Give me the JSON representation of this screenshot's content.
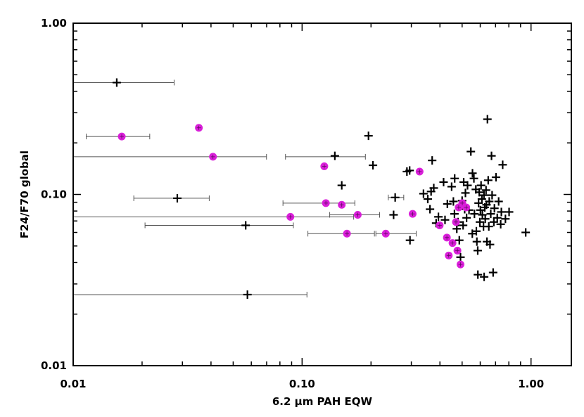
{
  "chart_data": {
    "type": "scatter",
    "xlabel": "6.2 μm PAH EQW",
    "ylabel": "F24/F70 global",
    "xscale": "log",
    "yscale": "log",
    "xlim": [
      0.01,
      1.5
    ],
    "ylim": [
      0.01,
      1.0
    ],
    "grid": false,
    "legend": "none",
    "x_ticks": [
      {
        "value": 0.01,
        "label": "0.01"
      },
      {
        "value": 0.1,
        "label": "0.10"
      },
      {
        "value": 1.0,
        "label": "1.00"
      }
    ],
    "y_ticks": [
      {
        "value": 0.01,
        "label": "0.01"
      },
      {
        "value": 0.1,
        "label": "0.10"
      },
      {
        "value": 1.0,
        "label": "1.00"
      }
    ],
    "colors": {
      "plus": "#000000",
      "dot": "#d91fd9",
      "errorbar": "#555555"
    },
    "series": [
      {
        "marker": "plus",
        "points": [
          [
            0.0155,
            0.45
          ],
          [
            0.0285,
            0.095
          ],
          [
            0.0567,
            0.066
          ],
          [
            0.0577,
            0.026
          ],
          [
            0.139,
            0.168
          ],
          [
            0.149,
            0.113
          ],
          [
            0.195,
            0.22
          ],
          [
            0.204,
            0.148
          ],
          [
            0.255,
            0.096
          ],
          [
            0.251,
            0.076
          ],
          [
            0.287,
            0.136
          ],
          [
            0.295,
            0.138
          ],
          [
            0.296,
            0.054
          ],
          [
            0.339,
            0.101
          ],
          [
            0.354,
            0.094
          ],
          [
            0.362,
            0.082
          ],
          [
            0.37,
            0.158
          ],
          [
            0.366,
            0.104
          ],
          [
            0.376,
            0.109
          ],
          [
            0.385,
            0.068
          ],
          [
            0.394,
            0.074
          ],
          [
            0.415,
            0.118
          ],
          [
            0.421,
            0.071
          ],
          [
            0.431,
            0.088
          ],
          [
            0.45,
            0.111
          ],
          [
            0.464,
            0.124
          ],
          [
            0.463,
            0.077
          ],
          [
            0.474,
            0.063
          ],
          [
            0.48,
            0.069
          ],
          [
            0.486,
            0.054
          ],
          [
            0.492,
            0.043
          ],
          [
            0.5,
            0.092
          ],
          [
            0.508,
            0.118
          ],
          [
            0.513,
            0.082
          ],
          [
            0.517,
            0.102
          ],
          [
            0.523,
            0.073
          ],
          [
            0.528,
            0.113
          ],
          [
            0.546,
            0.178
          ],
          [
            0.555,
            0.133
          ],
          [
            0.554,
            0.059
          ],
          [
            0.563,
            0.124
          ],
          [
            0.566,
            0.077
          ],
          [
            0.574,
            0.107
          ],
          [
            0.577,
            0.061
          ],
          [
            0.58,
            0.053
          ],
          [
            0.585,
            0.047
          ],
          [
            0.586,
            0.034
          ],
          [
            0.59,
            0.089
          ],
          [
            0.594,
            0.103
          ],
          [
            0.598,
            0.069
          ],
          [
            0.601,
            0.081
          ],
          [
            0.605,
            0.113
          ],
          [
            0.61,
            0.094
          ],
          [
            0.613,
            0.076
          ],
          [
            0.62,
            0.065
          ],
          [
            0.623,
            0.099
          ],
          [
            0.628,
            0.084
          ],
          [
            0.631,
            0.072
          ],
          [
            0.636,
            0.106
          ],
          [
            0.639,
            0.087
          ],
          [
            0.642,
            0.053
          ],
          [
            0.645,
            0.275
          ],
          [
            0.65,
            0.121
          ],
          [
            0.654,
            0.065
          ],
          [
            0.657,
            0.091
          ],
          [
            0.662,
            0.051
          ],
          [
            0.667,
            0.077
          ],
          [
            0.672,
            0.168
          ],
          [
            0.676,
            0.099
          ],
          [
            0.683,
            0.035
          ],
          [
            0.688,
            0.069
          ],
          [
            0.692,
            0.083
          ],
          [
            0.703,
            0.126
          ],
          [
            0.712,
            0.073
          ],
          [
            0.722,
            0.091
          ],
          [
            0.737,
            0.067
          ],
          [
            0.742,
            0.079
          ],
          [
            0.752,
            0.149
          ],
          [
            0.773,
            0.072
          ],
          [
            0.802,
            0.079
          ],
          [
            0.948,
            0.06
          ],
          [
            0.624,
            0.033
          ],
          [
            0.458,
            0.091
          ],
          [
            0.505,
            0.066
          ],
          [
            0.536,
            0.081
          ]
        ]
      },
      {
        "marker": "dot",
        "points": [
          [
            0.0163,
            0.218
          ],
          [
            0.0354,
            0.245
          ],
          [
            0.0408,
            0.166
          ],
          [
            0.0889,
            0.074
          ],
          [
            0.125,
            0.146
          ],
          [
            0.127,
            0.089
          ],
          [
            0.149,
            0.087
          ],
          [
            0.157,
            0.059
          ],
          [
            0.175,
            0.076
          ],
          [
            0.232,
            0.059
          ],
          [
            0.304,
            0.077
          ],
          [
            0.326,
            0.136
          ],
          [
            0.399,
            0.066
          ],
          [
            0.429,
            0.056
          ],
          [
            0.437,
            0.044
          ],
          [
            0.454,
            0.052
          ],
          [
            0.47,
            0.069
          ],
          [
            0.477,
            0.047
          ],
          [
            0.483,
            0.084
          ],
          [
            0.492,
            0.039
          ],
          [
            0.501,
            0.089
          ],
          [
            0.521,
            0.084
          ]
        ]
      }
    ],
    "error_bars": [
      {
        "y": 0.45,
        "xmin": 0.01,
        "xmax": 0.0276
      },
      {
        "y": 0.218,
        "xmin": 0.0114,
        "xmax": 0.0216
      },
      {
        "y": 0.166,
        "xmin": 0.01,
        "xmax": 0.0699
      },
      {
        "y": 0.095,
        "xmin": 0.0184,
        "xmax": 0.0393
      },
      {
        "y": 0.074,
        "xmin": 0.01,
        "xmax": 0.168
      },
      {
        "y": 0.066,
        "xmin": 0.0206,
        "xmax": 0.0916
      },
      {
        "y": 0.026,
        "xmin": 0.01,
        "xmax": 0.105
      },
      {
        "y": 0.166,
        "xmin": 0.0846,
        "xmax": 0.189
      },
      {
        "y": 0.089,
        "xmin": 0.0825,
        "xmax": 0.17
      },
      {
        "y": 0.076,
        "xmin": 0.132,
        "xmax": 0.218
      },
      {
        "y": 0.059,
        "xmin": 0.106,
        "xmax": 0.207
      },
      {
        "y": 0.059,
        "xmin": 0.21,
        "xmax": 0.315
      },
      {
        "y": 0.096,
        "xmin": 0.238,
        "xmax": 0.278
      }
    ]
  }
}
